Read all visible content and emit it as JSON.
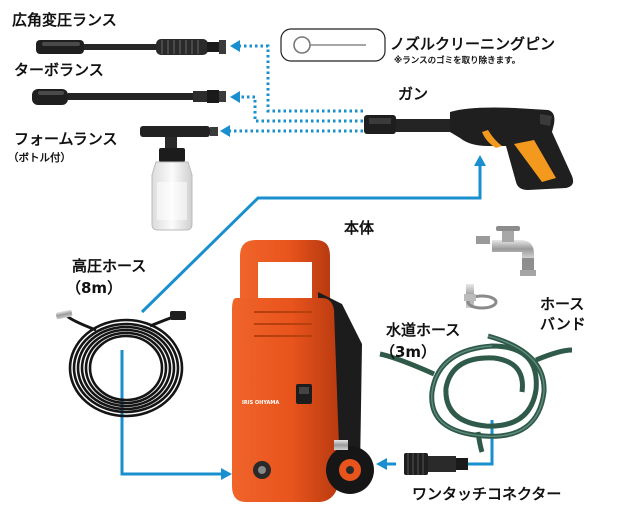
{
  "labels": {
    "wide_lance": "広角変圧ランス",
    "turbo_lance": "ターボランス",
    "foam_lance": "フォームランス",
    "foam_lance_note": "（ボトル付）",
    "nozzle_pin": "ノズルクリーニングピン",
    "nozzle_pin_note": "※ランスのゴミを取り除きます。",
    "gun": "ガン",
    "main_unit": "本体",
    "high_pressure_hose": "高圧ホース",
    "high_pressure_hose_len": "（8m）",
    "water_hose": "水道ホース",
    "water_hose_len": "（3m）",
    "hose_band_line1": "ホース",
    "hose_band_line2": "バンド",
    "one_touch_connector": "ワンタッチコネクター",
    "brand_badge": "IRIS OHYAMA"
  },
  "colors": {
    "connector_blue": "#1a8fd0",
    "body_orange": "#e8541c",
    "body_dark": "#1c1c1c",
    "accent_orange": "#f39a1e",
    "hose_green": "#2f5a4a"
  }
}
